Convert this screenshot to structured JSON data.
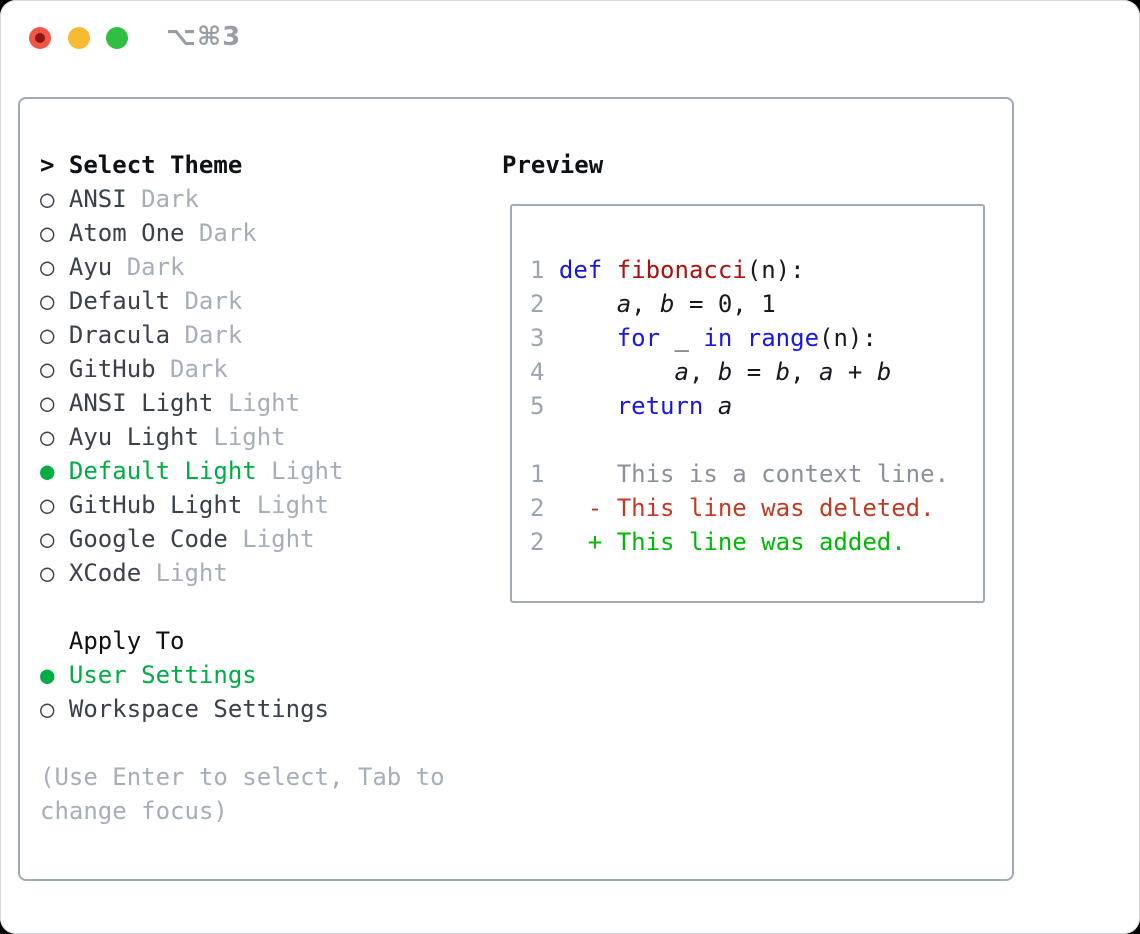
{
  "window": {
    "title_shortcut": "⌥⌘3"
  },
  "theme_panel": {
    "header": {
      "prefix": ">",
      "label": "Select Theme"
    },
    "items": [
      {
        "name": "ANSI",
        "variant": "Dark",
        "selected": false
      },
      {
        "name": "Atom One",
        "variant": "Dark",
        "selected": false
      },
      {
        "name": "Ayu",
        "variant": "Dark",
        "selected": false
      },
      {
        "name": "Default",
        "variant": "Dark",
        "selected": false
      },
      {
        "name": "Dracula",
        "variant": "Dark",
        "selected": false
      },
      {
        "name": "GitHub",
        "variant": "Dark",
        "selected": false
      },
      {
        "name": "ANSI Light",
        "variant": "Light",
        "selected": false
      },
      {
        "name": "Ayu Light",
        "variant": "Light",
        "selected": false
      },
      {
        "name": "Default Light",
        "variant": "Light",
        "selected": true
      },
      {
        "name": "GitHub Light",
        "variant": "Light",
        "selected": false
      },
      {
        "name": "Google Code",
        "variant": "Light",
        "selected": false
      },
      {
        "name": "XCode",
        "variant": "Light",
        "selected": false
      }
    ],
    "markers": {
      "selected": "●",
      "unselected": "○"
    },
    "apply_to": {
      "header": "Apply To",
      "options": [
        {
          "label": "User Settings",
          "selected": true
        },
        {
          "label": "Workspace Settings",
          "selected": false
        }
      ]
    },
    "help_lines": [
      "(Use Enter to select, Tab to",
      "change focus)"
    ]
  },
  "preview": {
    "header": "Preview",
    "code_lines": [
      {
        "num": "1",
        "segments": [
          {
            "t": "def",
            "c": "keyword_blue"
          },
          {
            "t": " ",
            "c": "code_plain"
          },
          {
            "t": "fibonacci",
            "c": "function_red"
          },
          {
            "t": "(n):",
            "c": "code_plain"
          }
        ]
      },
      {
        "num": "2",
        "segments": [
          {
            "t": "    ",
            "c": "code_plain"
          },
          {
            "t": "a",
            "c": "code_plain",
            "i": true
          },
          {
            "t": ", ",
            "c": "code_plain"
          },
          {
            "t": "b",
            "c": "code_plain",
            "i": true
          },
          {
            "t": " = 0, 1",
            "c": "code_plain"
          }
        ]
      },
      {
        "num": "3",
        "segments": [
          {
            "t": "    ",
            "c": "code_plain"
          },
          {
            "t": "for",
            "c": "keyword_blue"
          },
          {
            "t": " _ ",
            "c": "code_plain"
          },
          {
            "t": "in",
            "c": "keyword_blue"
          },
          {
            "t": " ",
            "c": "code_plain"
          },
          {
            "t": "range",
            "c": "keyword_blue"
          },
          {
            "t": "(n):",
            "c": "code_plain"
          }
        ]
      },
      {
        "num": "4",
        "segments": [
          {
            "t": "        ",
            "c": "code_plain"
          },
          {
            "t": "a",
            "c": "code_plain",
            "i": true
          },
          {
            "t": ", ",
            "c": "code_plain"
          },
          {
            "t": "b",
            "c": "code_plain",
            "i": true
          },
          {
            "t": " = ",
            "c": "code_plain"
          },
          {
            "t": "b",
            "c": "code_plain",
            "i": true
          },
          {
            "t": ", ",
            "c": "code_plain"
          },
          {
            "t": "a",
            "c": "code_plain",
            "i": true
          },
          {
            "t": " + ",
            "c": "code_plain"
          },
          {
            "t": "b",
            "c": "code_plain",
            "i": true
          }
        ]
      },
      {
        "num": "5",
        "segments": [
          {
            "t": "    ",
            "c": "code_plain"
          },
          {
            "t": "return",
            "c": "keyword_blue"
          },
          {
            "t": " ",
            "c": "code_plain"
          },
          {
            "t": "a",
            "c": "code_plain",
            "i": true
          }
        ]
      }
    ],
    "diff_lines": [
      {
        "num": "1",
        "segments": [
          {
            "t": "    This is a context line.",
            "c": "diff_context"
          }
        ]
      },
      {
        "num": "2",
        "segments": [
          {
            "t": "  - This line was deleted.",
            "c": "diff_deleted"
          }
        ]
      },
      {
        "num": "2",
        "segments": [
          {
            "t": "  + This line was added.",
            "c": "diff_added"
          }
        ]
      }
    ]
  },
  "colors": {
    "panel_border": "#a2abb5",
    "text_header": "#0e1116",
    "theme_name": "#3a414b",
    "muted": "#a6aeb9",
    "green": "#00ad44",
    "line_number": "#9aa4b2",
    "keyword_blue": "#1717e6",
    "function_red": "#aa1111",
    "code_plain": "#16191e",
    "diff_context": "#8b919b",
    "diff_deleted": "#c43a24",
    "diff_added": "#00b907",
    "titlebar_icon": "#989ea6",
    "tl_red": "#f0564a",
    "tl_red_dot": "#8c150f",
    "tl_yellow": "#f8ba31",
    "tl_green": "#30bf43"
  }
}
